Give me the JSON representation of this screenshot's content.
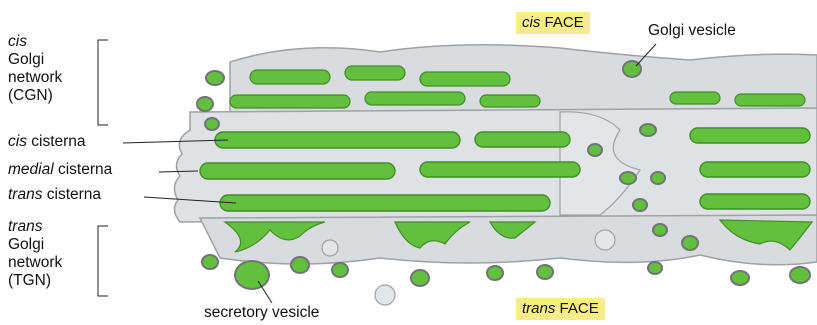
{
  "labels": {
    "cgn": {
      "line1": "cis",
      "line2": "Golgi",
      "line3": "network",
      "line4": "(CGN)"
    },
    "cis_cisterna": {
      "italic": "cis",
      "rest": " cisterna"
    },
    "medial_cisterna": {
      "italic": "medial",
      "rest": " cisterna"
    },
    "trans_cisterna": {
      "italic": "trans",
      "rest": " cisterna"
    },
    "tgn": {
      "line1": "trans",
      "line2": "Golgi",
      "line3": "network",
      "line4": "(TGN)"
    },
    "cis_face": {
      "italic": "cis",
      "rest": " FACE"
    },
    "trans_face": {
      "italic": "trans",
      "rest": " FACE"
    },
    "golgi_vesicle": "Golgi vesicle",
    "secretory_vesicle": "secretory vesicle"
  },
  "colors": {
    "membrane": "#d9dbdf",
    "membrane_edge": "#9ea1a6",
    "lumen": "#63bf3e",
    "lumen_dark": "#3f8f25",
    "face_tag": "#f7ec8a"
  }
}
